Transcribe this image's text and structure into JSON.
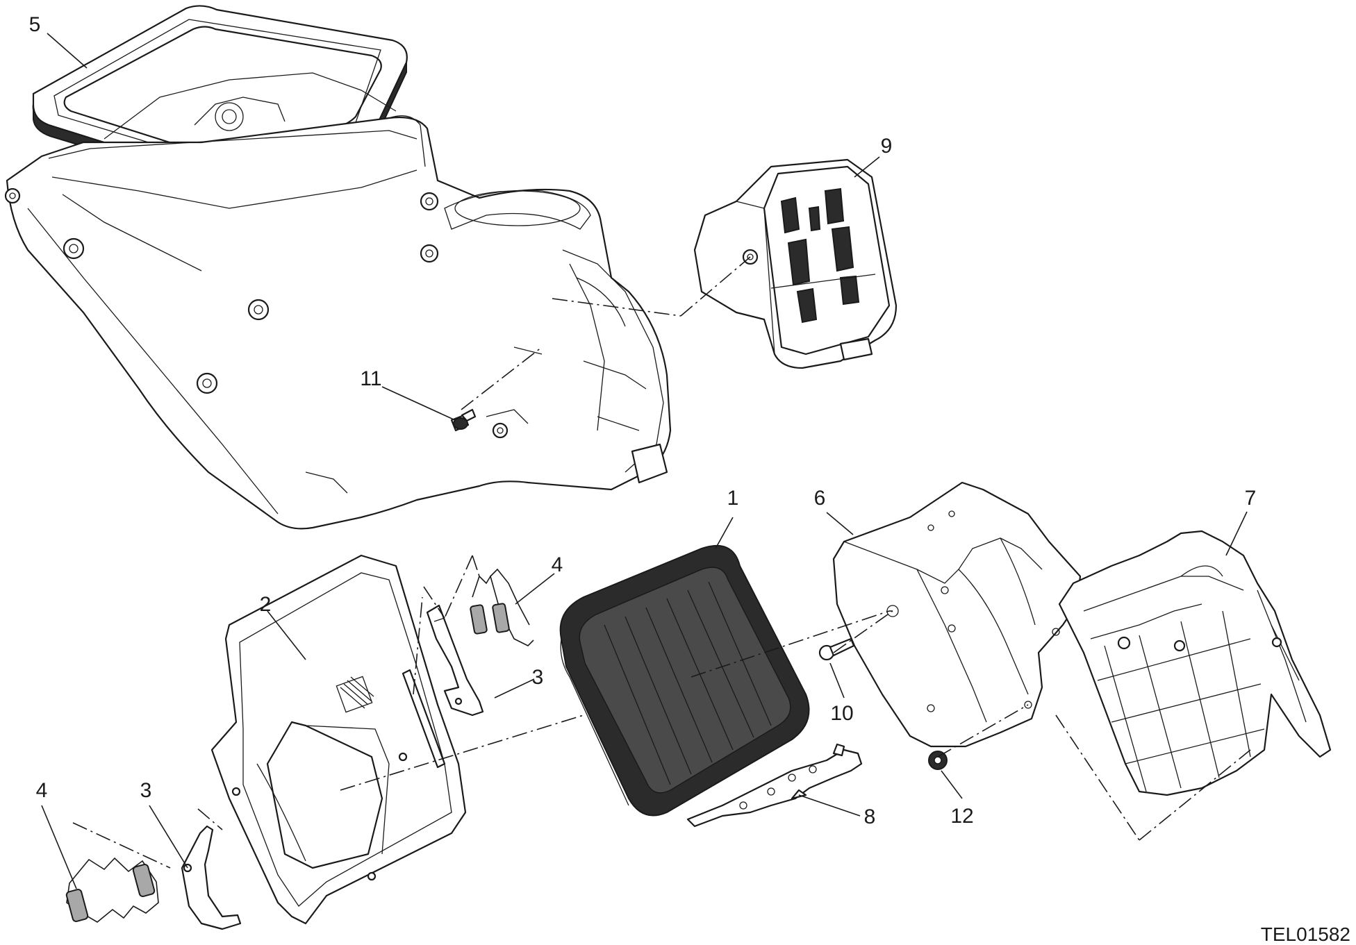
{
  "diagram": {
    "drawing_code": "TEL01582",
    "callouts": [
      {
        "id": "callout-1",
        "text": "1"
      },
      {
        "id": "callout-2",
        "text": "2"
      },
      {
        "id": "callout-3a",
        "text": "3"
      },
      {
        "id": "callout-3b",
        "text": "3"
      },
      {
        "id": "callout-4a",
        "text": "4"
      },
      {
        "id": "callout-4b",
        "text": "4"
      },
      {
        "id": "callout-5",
        "text": "5"
      },
      {
        "id": "callout-6",
        "text": "6"
      },
      {
        "id": "callout-7",
        "text": "7"
      },
      {
        "id": "callout-8",
        "text": "8"
      },
      {
        "id": "callout-9",
        "text": "9"
      },
      {
        "id": "callout-10",
        "text": "10"
      },
      {
        "id": "callout-11",
        "text": "11"
      },
      {
        "id": "callout-12",
        "text": "12"
      }
    ]
  }
}
